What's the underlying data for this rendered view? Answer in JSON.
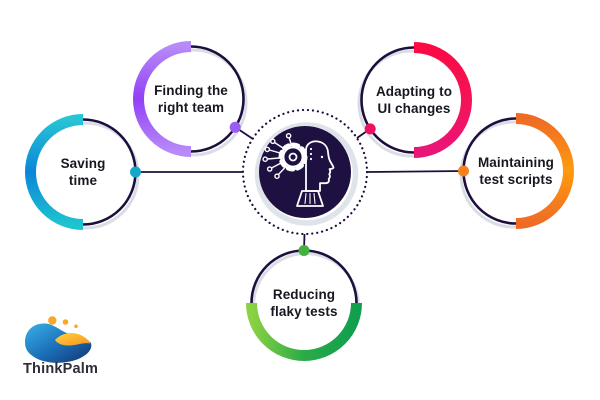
{
  "diagram": {
    "center": {
      "icon": "ai-head-circuit-icon",
      "bg_color": "#1e1040",
      "ring_style": "dotted",
      "halo_color": "#dfe4ea"
    },
    "line_color": "#1d0e3e",
    "shadow_color": "#d9dde4",
    "nodes": [
      {
        "id": "saving-time",
        "label_line1": "Saving",
        "label_line2": "time",
        "position": "left",
        "gradient": [
          "#27c4d5",
          "#0b86d8",
          "#1fc3cf"
        ],
        "dot_color": "#14a7c9"
      },
      {
        "id": "finding-team",
        "label_line1": "Finding the",
        "label_line2": "right team",
        "position": "top-left",
        "gradient": [
          "#b78af8",
          "#9240f5",
          "#b78af8"
        ],
        "dot_color": "#9b5cf3"
      },
      {
        "id": "adapting-ui",
        "label_line1": "Adapting to",
        "label_line2": "UI changes",
        "position": "top-right",
        "gradient": [
          "#fb0a44",
          "#f41355",
          "#e91579"
        ],
        "dot_color": "#ee1162"
      },
      {
        "id": "maintaining-scripts",
        "label_line1": "Maintaining",
        "label_line2": "test scripts",
        "position": "right",
        "gradient": [
          "#ef6b25",
          "#ff9a0d",
          "#ef6b25"
        ],
        "dot_color": "#f58220"
      },
      {
        "id": "reducing-flaky",
        "label_line1": "Reducing",
        "label_line2": "flaky tests",
        "position": "bottom",
        "gradient": [
          "#8bd243",
          "#2bab47",
          "#109f4e"
        ],
        "dot_color": "#44b13f"
      }
    ]
  },
  "logo": {
    "text": "ThinkPalm",
    "mark_colors": {
      "blue_light": "#38b1e6",
      "blue_mid": "#1a6cb5",
      "blue_dark": "#16336e",
      "yellow": "#f9a825",
      "yellow_light": "#ffd340"
    }
  }
}
